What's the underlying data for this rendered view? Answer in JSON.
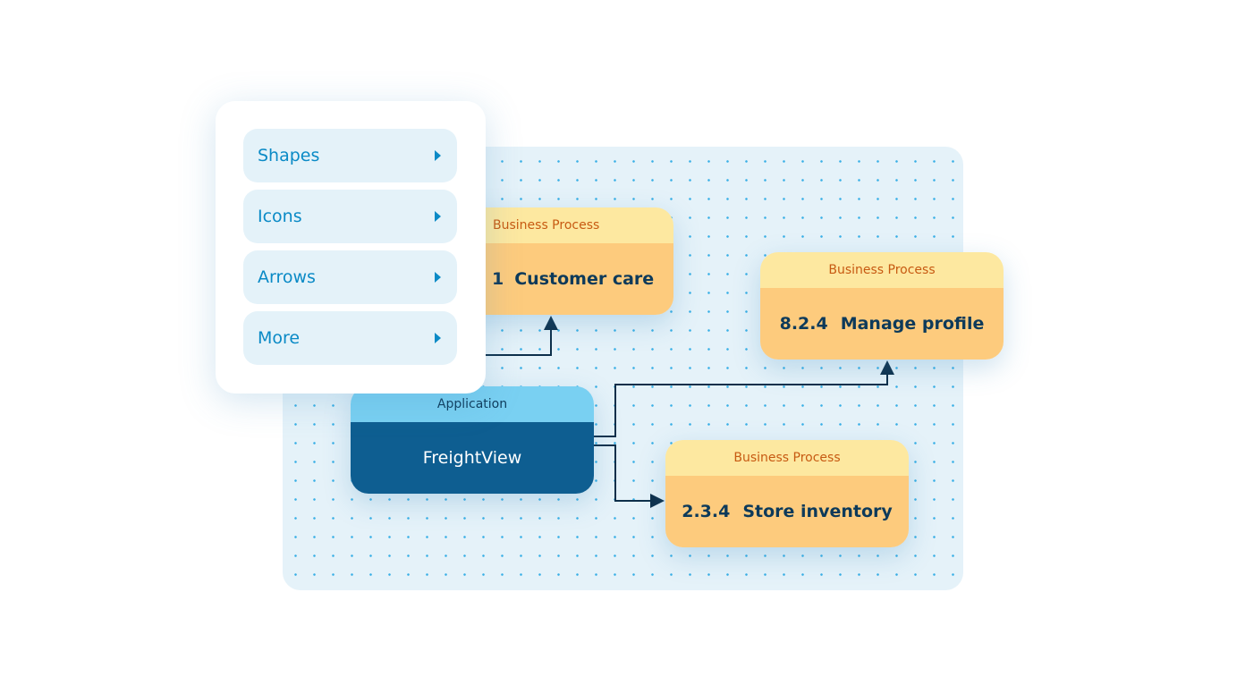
{
  "menu": {
    "items": [
      {
        "label": "Shapes",
        "icon": "caret-right-icon"
      },
      {
        "label": "Icons",
        "icon": "caret-right-icon"
      },
      {
        "label": "Arrows",
        "icon": "caret-right-icon"
      },
      {
        "label": "More",
        "icon": "caret-right-icon"
      }
    ]
  },
  "nodes": {
    "customer_care": {
      "type": "Business Process",
      "number": "1",
      "name": "Customer care"
    },
    "manage_profile": {
      "type": "Business Process",
      "number": "8.2.4",
      "name": "Manage profile"
    },
    "store_inventory": {
      "type": "Business Process",
      "number": "2.3.4",
      "name": "Store inventory"
    },
    "application": {
      "type": "Application",
      "name": "FreightView"
    }
  },
  "colors": {
    "process_header": "#fde8a0",
    "process_body": "#fdcb7d",
    "app_header": "#79d0f2",
    "app_body": "#0e5e91",
    "accent": "#0a8ac6",
    "connector": "#0d2f4a"
  }
}
